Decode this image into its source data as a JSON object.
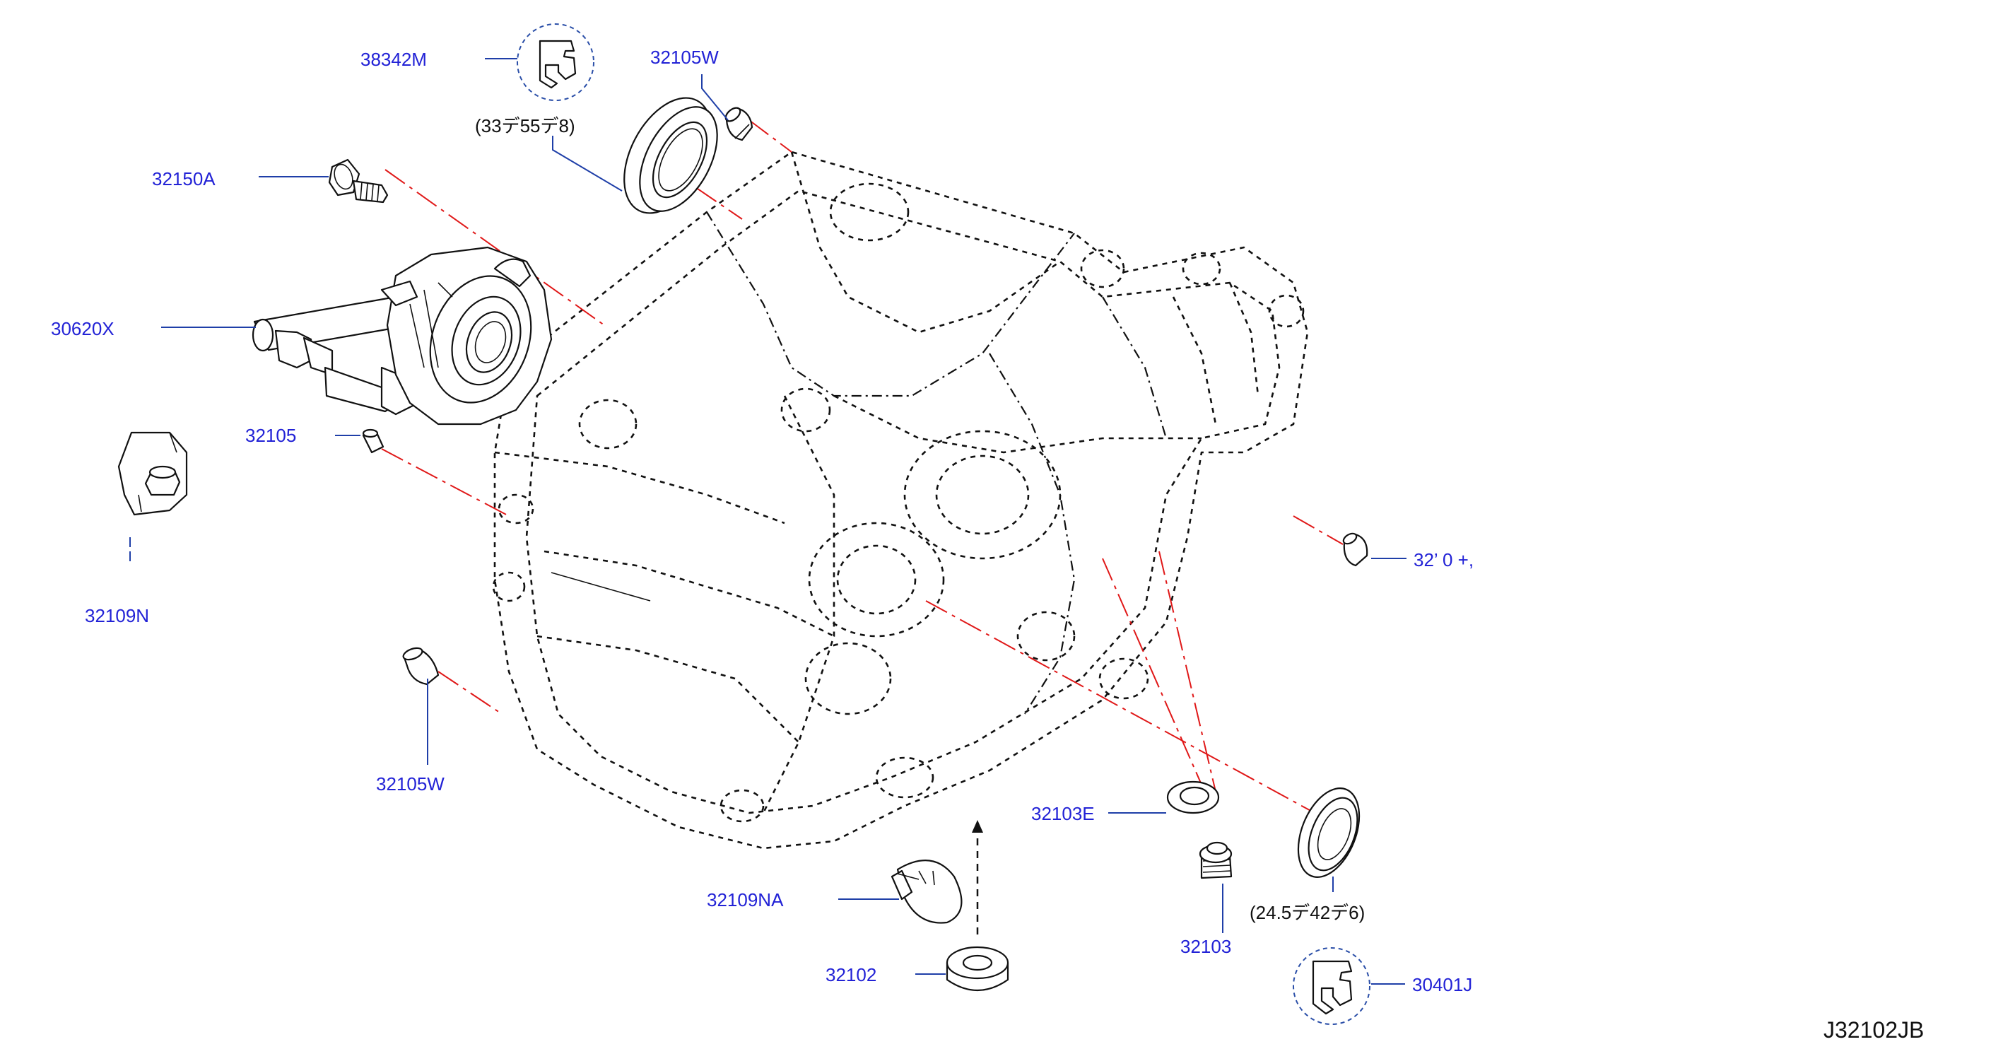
{
  "labels": {
    "l38342M": "38342M",
    "l32105W_top": "32105W",
    "dim_top": "(33デ55デ8)",
    "l32150A": "32150A",
    "l30620X": "30620X",
    "l32105": "32105",
    "l32109N": "32109N",
    "l32105W_bottom": "32105W",
    "l32103E": "32103E",
    "l32109NA": "32109NA",
    "l32103": "32103",
    "l32102": "32102",
    "dim_bottom": "(24.5デ42デ6)",
    "l30401J": "30401J",
    "l_partial_right": "32’ 0 +,"
  },
  "diagram_ref": "J32102JB",
  "colors": {
    "label_blue": "#2222d6",
    "leader_blue": "#1f3fa8",
    "centerline_red": "#e01818",
    "line_black": "#111111"
  }
}
